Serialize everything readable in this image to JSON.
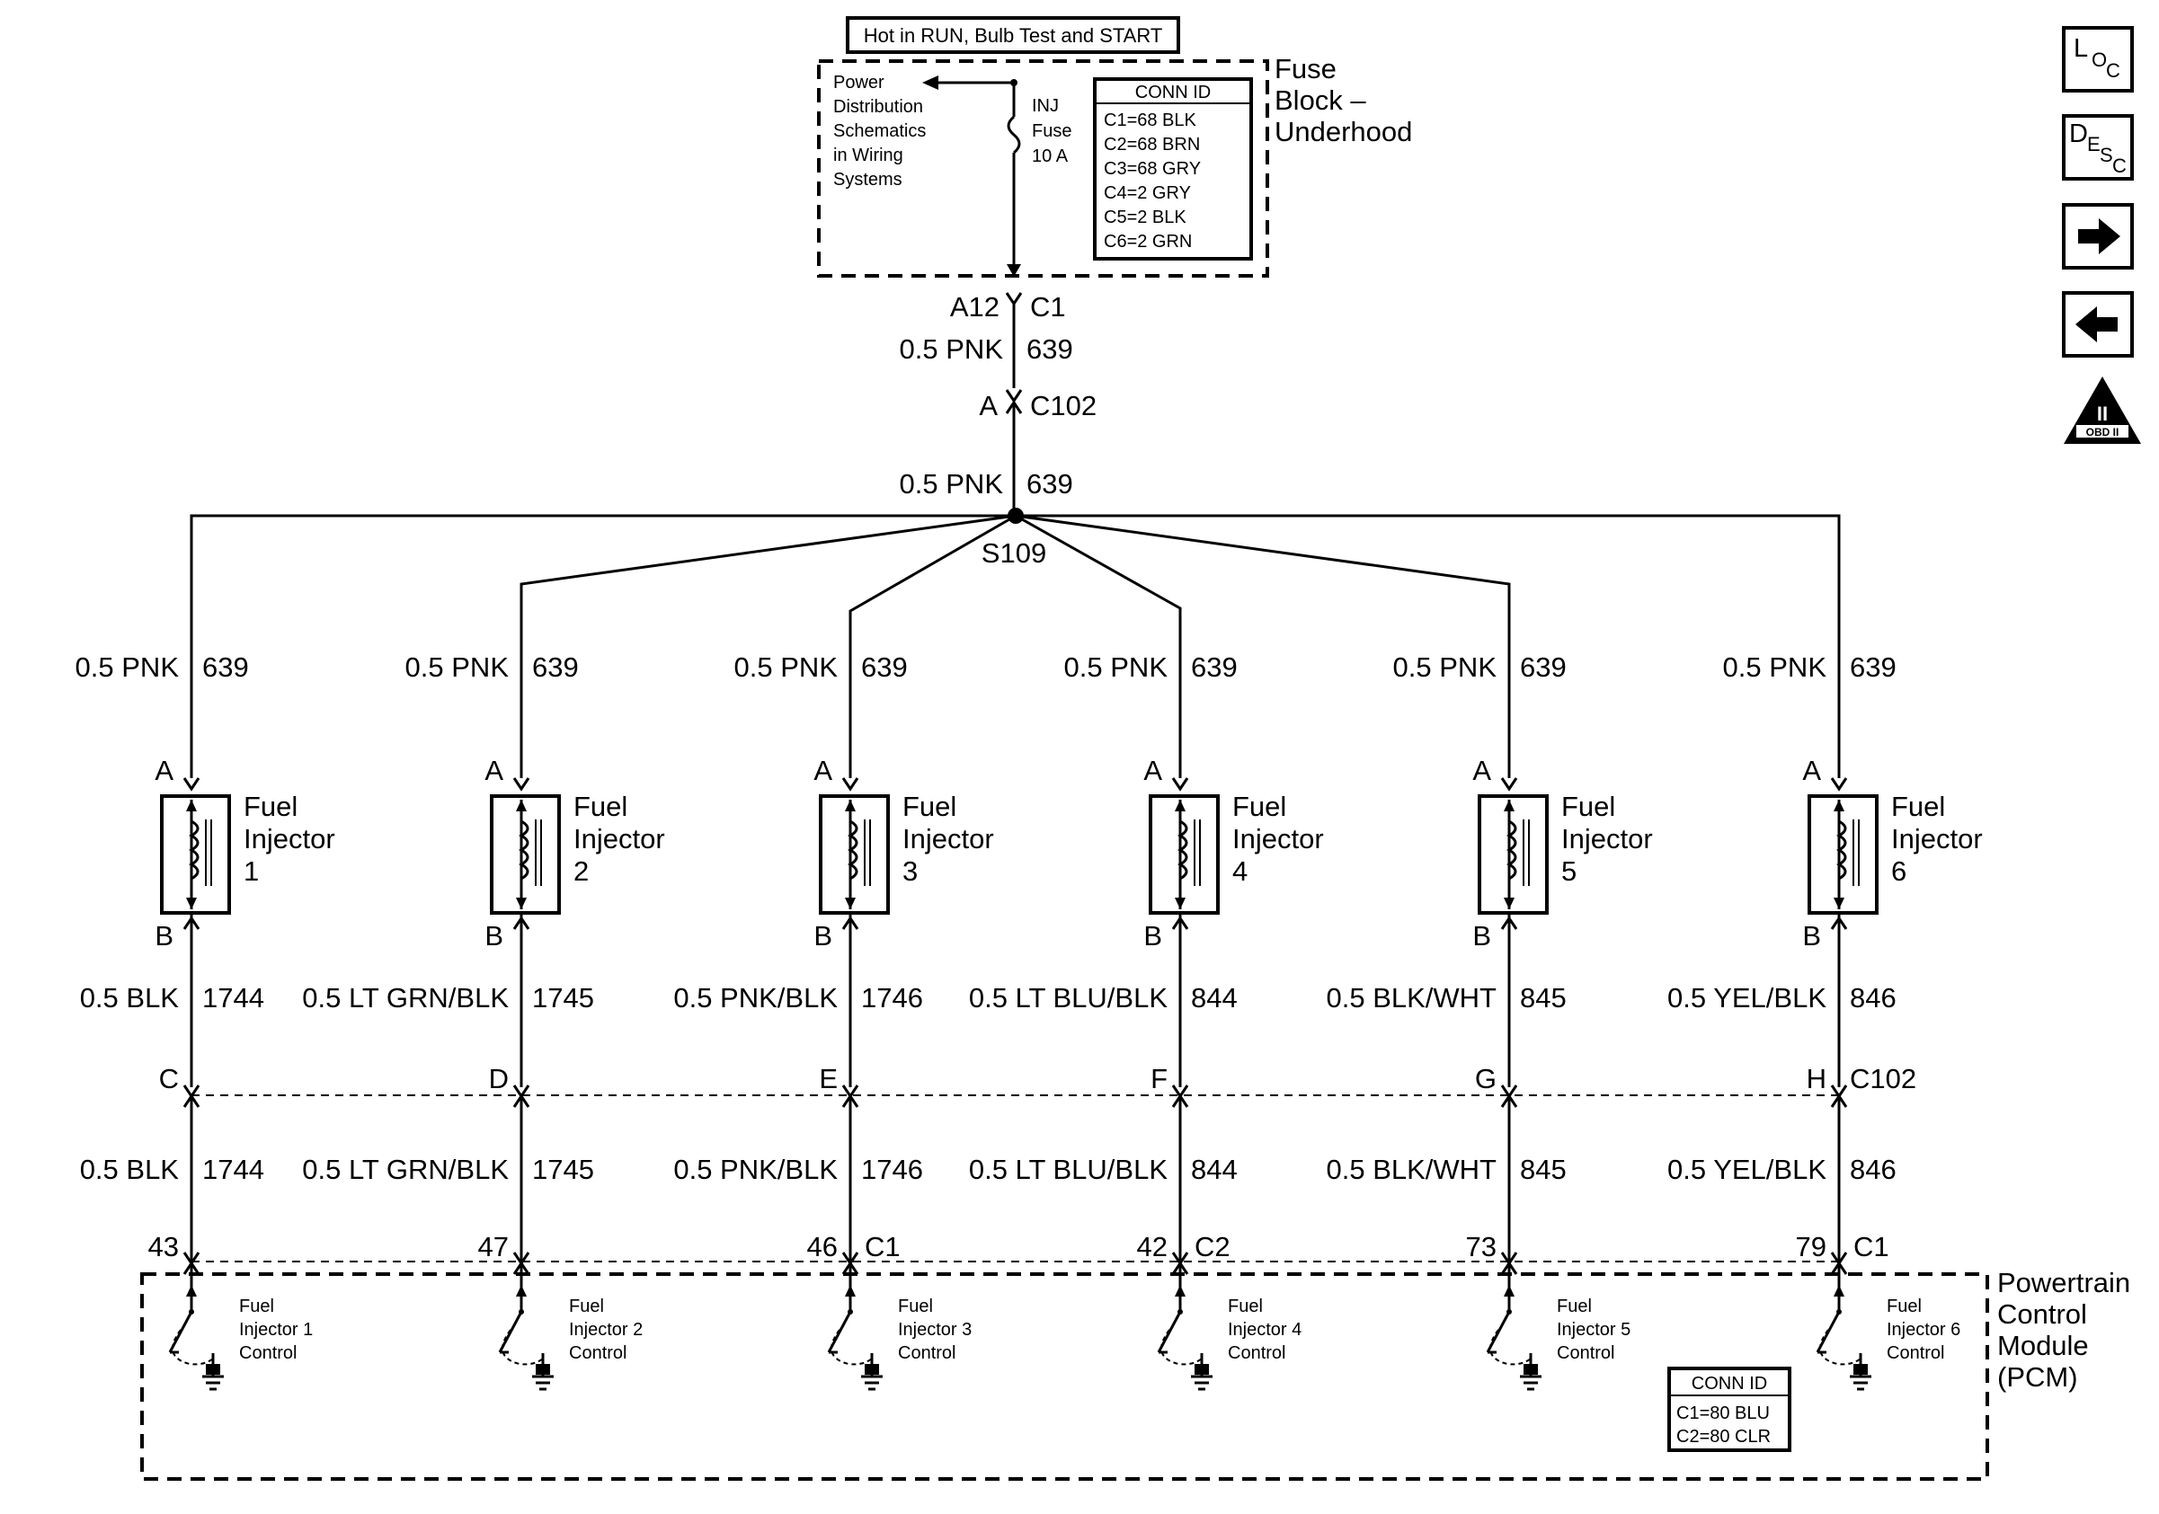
{
  "header_note": "Hot in RUN, Bulb Test and START",
  "fuse_block": {
    "title_lines": [
      "Fuse",
      "Block –",
      "Underhood"
    ],
    "ref_lines": [
      "Power",
      "Distribution",
      "Schematics",
      "in Wiring",
      "Systems"
    ],
    "fuse_lines": [
      "INJ",
      "Fuse",
      "10 A"
    ],
    "conn_id_title": "CONN ID",
    "conn_ids": [
      "C1=68 BLK",
      "C2=68 BRN",
      "C3=68 GRY",
      "C4=2 GRY",
      "C5=2 BLK",
      "C6=2 GRN"
    ]
  },
  "feed": {
    "pin": "A12",
    "connector": "C1",
    "wire1_color": "0.5 PNK",
    "wire1_circuit": "639",
    "c102_pin": "A",
    "c102": "C102",
    "wire2_color": "0.5 PNK",
    "wire2_circuit": "639",
    "splice": "S109"
  },
  "injectors": [
    {
      "feed_color": "0.5 PNK",
      "feed_circuit": "639",
      "pin_a": "A",
      "pin_b": "B",
      "name_lines": [
        "Fuel",
        "Injector",
        "1"
      ],
      "ctrl_color": "0.5 BLK",
      "ctrl_circuit": "1744",
      "c102_pin": "C",
      "c102_label": "",
      "pcm_pin": "43",
      "pcm_conn": "",
      "pcm_lines": [
        "Fuel",
        "Injector 1",
        "Control"
      ]
    },
    {
      "feed_color": "0.5 PNK",
      "feed_circuit": "639",
      "pin_a": "A",
      "pin_b": "B",
      "name_lines": [
        "Fuel",
        "Injector",
        "2"
      ],
      "ctrl_color": "0.5 LT GRN/BLK",
      "ctrl_circuit": "1745",
      "c102_pin": "D",
      "c102_label": "",
      "pcm_pin": "47",
      "pcm_conn": "",
      "pcm_lines": [
        "Fuel",
        "Injector 2",
        "Control"
      ]
    },
    {
      "feed_color": "0.5 PNK",
      "feed_circuit": "639",
      "pin_a": "A",
      "pin_b": "B",
      "name_lines": [
        "Fuel",
        "Injector",
        "3"
      ],
      "ctrl_color": "0.5 PNK/BLK",
      "ctrl_circuit": "1746",
      "c102_pin": "E",
      "c102_label": "",
      "pcm_pin": "46",
      "pcm_conn": "C1",
      "pcm_lines": [
        "Fuel",
        "Injector 3",
        "Control"
      ]
    },
    {
      "feed_color": "0.5 PNK",
      "feed_circuit": "639",
      "pin_a": "A",
      "pin_b": "B",
      "name_lines": [
        "Fuel",
        "Injector",
        "4"
      ],
      "ctrl_color": "0.5 LT BLU/BLK",
      "ctrl_circuit": "844",
      "c102_pin": "F",
      "c102_label": "",
      "pcm_pin": "42",
      "pcm_conn": "C2",
      "pcm_lines": [
        "Fuel",
        "Injector 4",
        "Control"
      ]
    },
    {
      "feed_color": "0.5 PNK",
      "feed_circuit": "639",
      "pin_a": "A",
      "pin_b": "B",
      "name_lines": [
        "Fuel",
        "Injector",
        "5"
      ],
      "ctrl_color": "0.5 BLK/WHT",
      "ctrl_circuit": "845",
      "c102_pin": "G",
      "c102_label": "",
      "pcm_pin": "73",
      "pcm_conn": "",
      "pcm_lines": [
        "Fuel",
        "Injector 5",
        "Control"
      ]
    },
    {
      "feed_color": "0.5 PNK",
      "feed_circuit": "639",
      "pin_a": "A",
      "pin_b": "B",
      "name_lines": [
        "Fuel",
        "Injector",
        "6"
      ],
      "ctrl_color": "0.5 YEL/BLK",
      "ctrl_circuit": "846",
      "c102_pin": "H",
      "c102_label": "C102",
      "pcm_pin": "79",
      "pcm_conn": "C1",
      "pcm_lines": [
        "Fuel",
        "Injector 6",
        "Control"
      ]
    }
  ],
  "pcm": {
    "title_lines": [
      "Powertrain",
      "Control",
      "Module",
      "(PCM)"
    ],
    "conn_id_title": "CONN ID",
    "conn_ids": [
      "C1=80 BLU",
      "C2=80 CLR"
    ]
  },
  "nav": {
    "loc": {
      "big": "L",
      "sub": "O",
      "sub2": "C"
    },
    "desc": {
      "big": "D",
      "sub": "E",
      "sub2": "S",
      "sub3": "C"
    },
    "obd_numeral": "II",
    "obd_label": "OBD II"
  }
}
